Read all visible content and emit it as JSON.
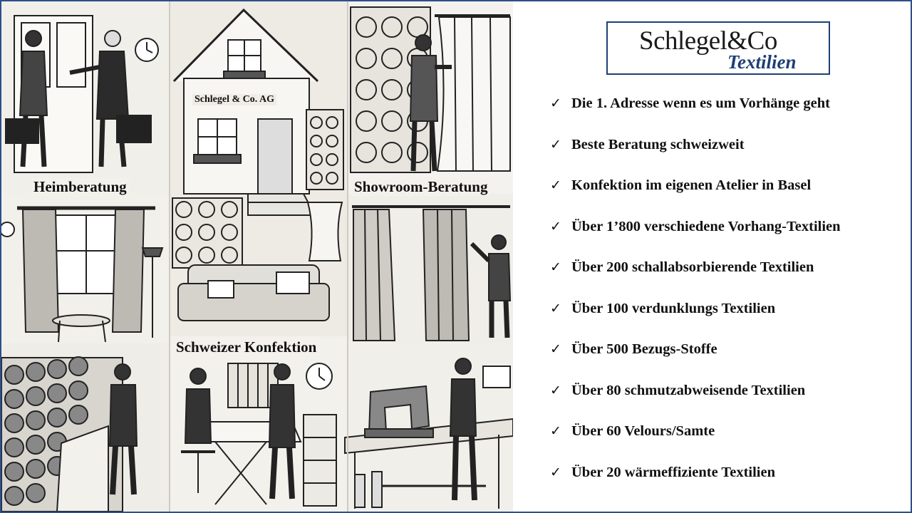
{
  "brand": {
    "name": "Schlegel&Co",
    "subtitle": "Textilien",
    "accent_color": "#1f3f75",
    "border_color": "#2c4f8a"
  },
  "illustration": {
    "building_sign": "Schlegel & Co. AG",
    "scenes": [
      {
        "label": "Heimberatung"
      },
      {
        "label": "Showroom-Beratung"
      },
      {
        "label": "Schweizer Konfektion"
      }
    ]
  },
  "features": {
    "check_icon": "check-icon",
    "items": [
      {
        "check": "✓",
        "text": "Die 1. Adresse wenn es um Vorhänge geht"
      },
      {
        "check": "✓",
        "text": "Beste Beratung schweizweit"
      },
      {
        "check": "✓",
        "text": "Konfektion im eigenen Atelier in Basel"
      },
      {
        "check": "✓",
        "text": "Über 1’800 verschiedene Vorhang-Textilien"
      },
      {
        "check": "✓",
        "text": "Über 200 schallabsorbierende Textilien"
      },
      {
        "check": "✓",
        "text": "Über 100 verdunklungs Textilien"
      },
      {
        "check": "✓",
        "text": "Über 500 Bezugs-Stoffe"
      },
      {
        "check": "✓",
        "text": "Über 80 schmutzabweisende Textilien"
      },
      {
        "check": "✓",
        "text": "Über 60 Velours/Samte"
      },
      {
        "check": "✓",
        "text": "Über 20 wärmeffiziente Textilien"
      }
    ]
  }
}
